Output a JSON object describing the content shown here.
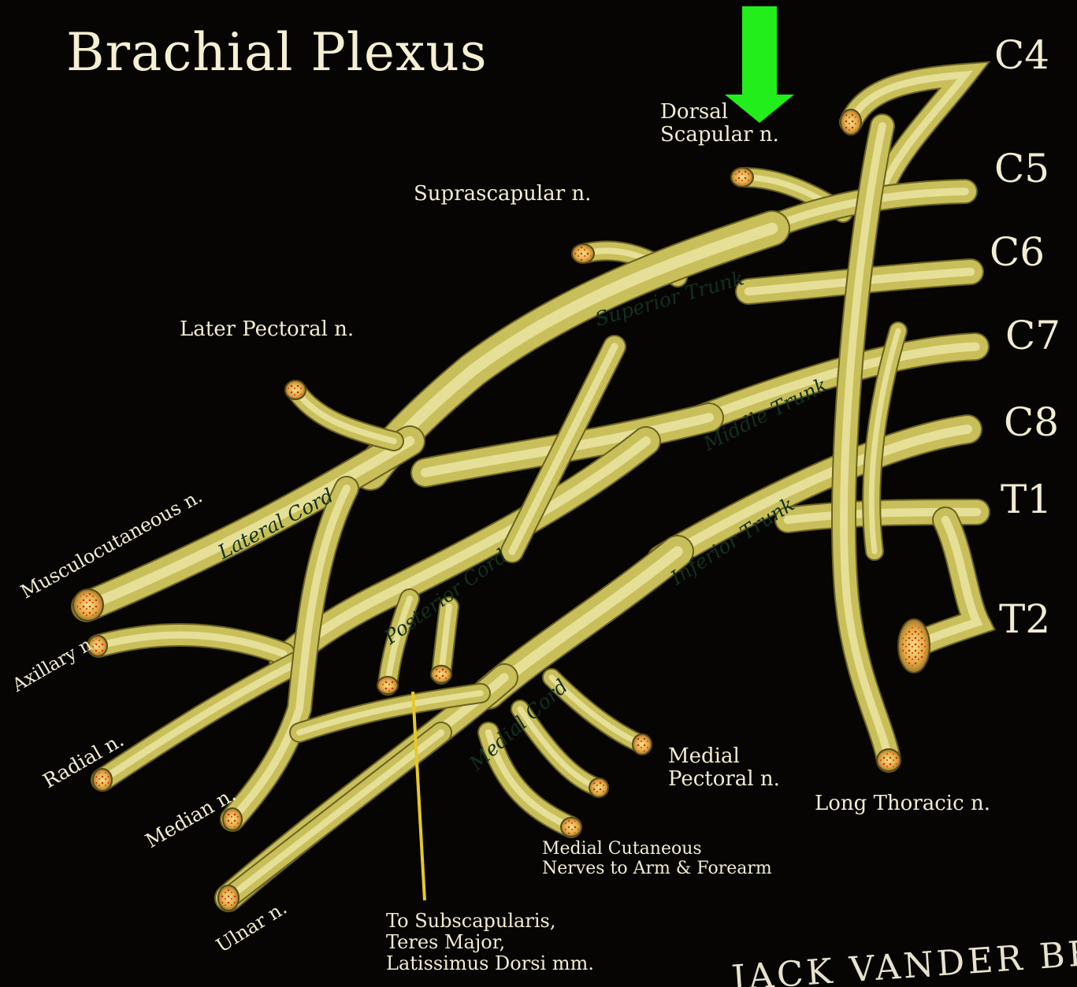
{
  "title": "Brachial Plexus",
  "roots": [
    "C4",
    "C5",
    "C6",
    "C7",
    "C8",
    "T1",
    "T2"
  ],
  "trunks": {
    "superior": "Superior Trunk",
    "middle": "Middle Trunk",
    "inferior": "Inferior Trunk"
  },
  "cords": {
    "lateral": "Lateral Cord",
    "posterior": "Posterior Cord",
    "medial": "Medial Cord"
  },
  "nerves": {
    "dorsal_scapular": [
      "Dorsal",
      "Scapular n."
    ],
    "suprascapular": "Suprascapular n.",
    "lateral_pectoral": "Later Pectoral n.",
    "musculocutaneous": "Musculocutaneous n.",
    "axillary": "Axillary n.",
    "radial": "Radial n.",
    "median": "Median n.",
    "ulnar": "Ulnar n.",
    "medial_pectoral": [
      "Medial",
      "Pectoral n."
    ],
    "long_thoracic": "Long Thoracic n.",
    "medial_cutaneous": [
      "Medial Cutaneous",
      "Nerves to Arm & Forearm"
    ],
    "subscapular": [
      "To Subscapularis,",
      "Teres Major,",
      "Latissimus Dorsi mm."
    ]
  },
  "signature": "JACK VANDER BEEK",
  "colors": {
    "background": "#060503",
    "nerve": "#c8bf5a",
    "nerve_highlight": "#f2ecb0",
    "nerve_shadow": "#6b6220",
    "arrow": "#22ee1c",
    "pointer_line": "#e6c82a",
    "cut_end": "#e8b84a"
  },
  "arrow_icon": "down-arrow-icon"
}
